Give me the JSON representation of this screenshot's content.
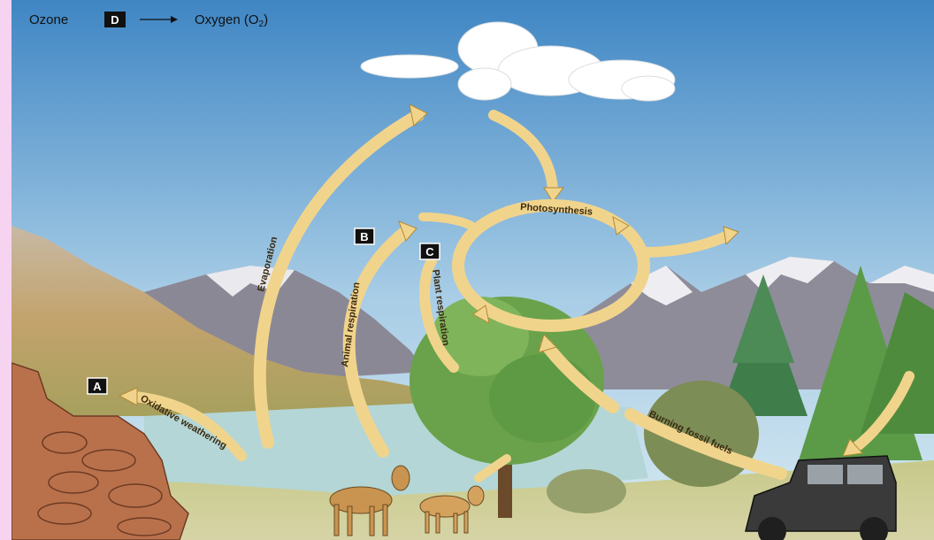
{
  "legend": {
    "from_label": "Ozone",
    "box_letter": "D",
    "to_label": "Oxygen (O",
    "to_subscript": "2",
    "to_suffix": ")"
  },
  "markers": {
    "a": "A",
    "b": "B",
    "c": "C"
  },
  "arrow_labels": {
    "evaporation": "Evaporation",
    "animal_respiration": "Animal respiration",
    "plant_respiration": "Plant respiration",
    "photosynthesis": "Photosynthesis",
    "oxidative_weathering": "Oxidative weathering",
    "burning_fossil_fuels": "Burning fossil fuels"
  },
  "colors": {
    "sky_top": "#3f86c4",
    "sky_bottom": "#cfe4f0",
    "arrow_fill": "#f1d48c",
    "arrow_stroke": "#b28a36",
    "marker_box": "#111111",
    "rock": "#b9714c",
    "lake": "#b4d6d6",
    "tree": "#5f9a43",
    "jeep": "#3a3a3a"
  }
}
